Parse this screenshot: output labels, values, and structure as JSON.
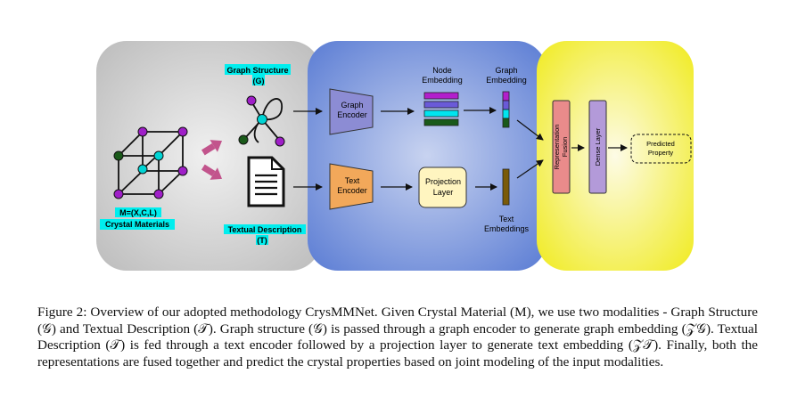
{
  "panel_input": {
    "graph_label_line1": "Graph Structure",
    "graph_label_line2": "(G)",
    "material_formula": "M=(X,C,L)",
    "material_label": "Crystal Materials",
    "text_label_line1": "Textual Description",
    "text_label_line2": "(T)"
  },
  "panel_encoders": {
    "graph_encoder_line1": "Graph",
    "graph_encoder_line2": "Encoder",
    "text_encoder_line1": "Text",
    "text_encoder_line2": "Encoder",
    "node_embedding_line1": "Node",
    "node_embedding_line2": "Embedding",
    "graph_embedding_line1": "Graph",
    "graph_embedding_line2": "Embedding",
    "projection_line1": "Projection",
    "projection_line2": "Layer",
    "text_embeddings_line1": "Text",
    "text_embeddings_line2": "Embeddings"
  },
  "panel_fusion": {
    "fusion_line1": "Representation",
    "fusion_line2": "Fusion",
    "dense_layer": "Dense Layer",
    "predicted_line1": "Predicted",
    "predicted_line2": "Property"
  },
  "caption": "Figure 2: Overview of our adopted methodology CrysMMNet. Given Crystal Material (M), we use two modalities - Graph Structure (𝒢) and Textual Description (𝒯). Graph structure (𝒢) is passed through a graph encoder to generate graph embedding (𝒵𝒢). Textual Description (𝒯) is fed through a text encoder followed by a projection layer to generate text embedding (𝒵𝒯). Finally, both the representations are fused together and predict the crystal properties based on joint modeling of the input modalities.",
  "colors": {
    "panel_grey": "#c8c8c8",
    "panel_blue": "#6f8fd8",
    "panel_yellow": "#f6f23c",
    "label_cyan": "#00eeee",
    "graph_encoder": "#8c8cd4",
    "text_encoder": "#f2a85a",
    "projection": "#fff5c0",
    "fusion": "#e98b8b",
    "dense": "#b39ad9",
    "node_purple": "#9f1fc8",
    "node_green": "#1a5a1a",
    "node_cyan": "#00d4d4"
  }
}
